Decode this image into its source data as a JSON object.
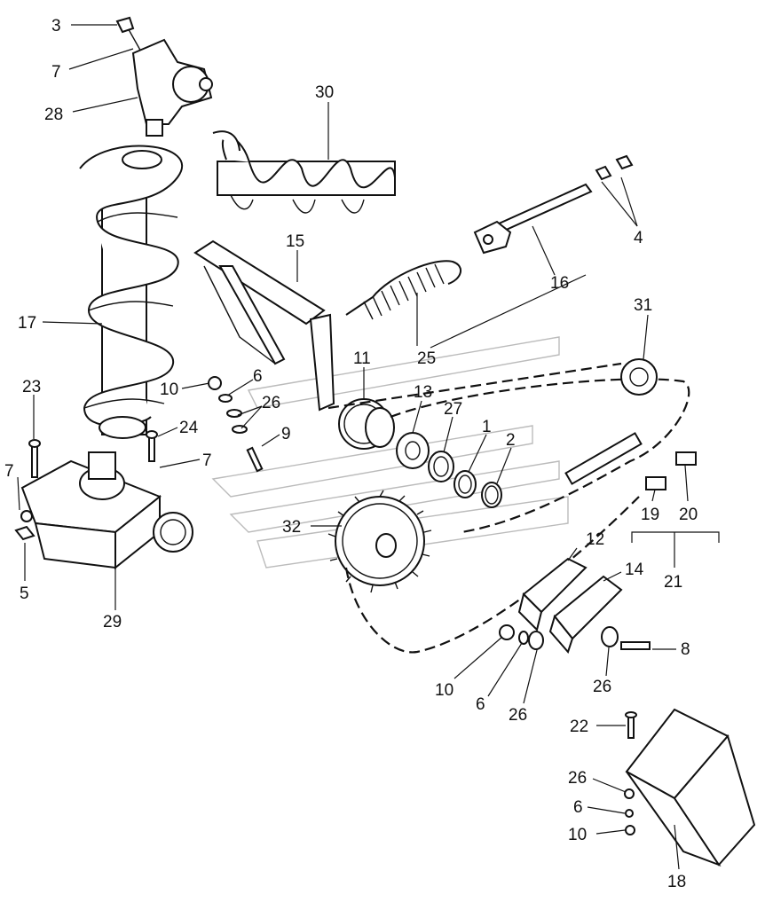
{
  "callouts": {
    "c3": "3",
    "c7a": "7",
    "c28": "28",
    "c30": "30",
    "c4": "4",
    "c15": "15",
    "c16": "16",
    "c31": "31",
    "c17": "17",
    "c11": "11",
    "c25": "25",
    "c6a": "6",
    "c10a": "10",
    "c26a": "26",
    "c13": "13",
    "c27": "27",
    "c1": "1",
    "c2": "2",
    "c23": "23",
    "c24": "24",
    "c9": "9",
    "c7b": "7",
    "c7c": "7",
    "c32": "32",
    "c19": "19",
    "c20": "20",
    "c5": "5",
    "c12": "12",
    "c14": "14",
    "c21": "21",
    "c29": "29",
    "c8": "8",
    "c10b": "10",
    "c6b": "6",
    "c26b": "26",
    "c26c": "26",
    "c22": "22",
    "c26d": "26",
    "c6c": "6",
    "c10c": "10",
    "c18": "18"
  }
}
